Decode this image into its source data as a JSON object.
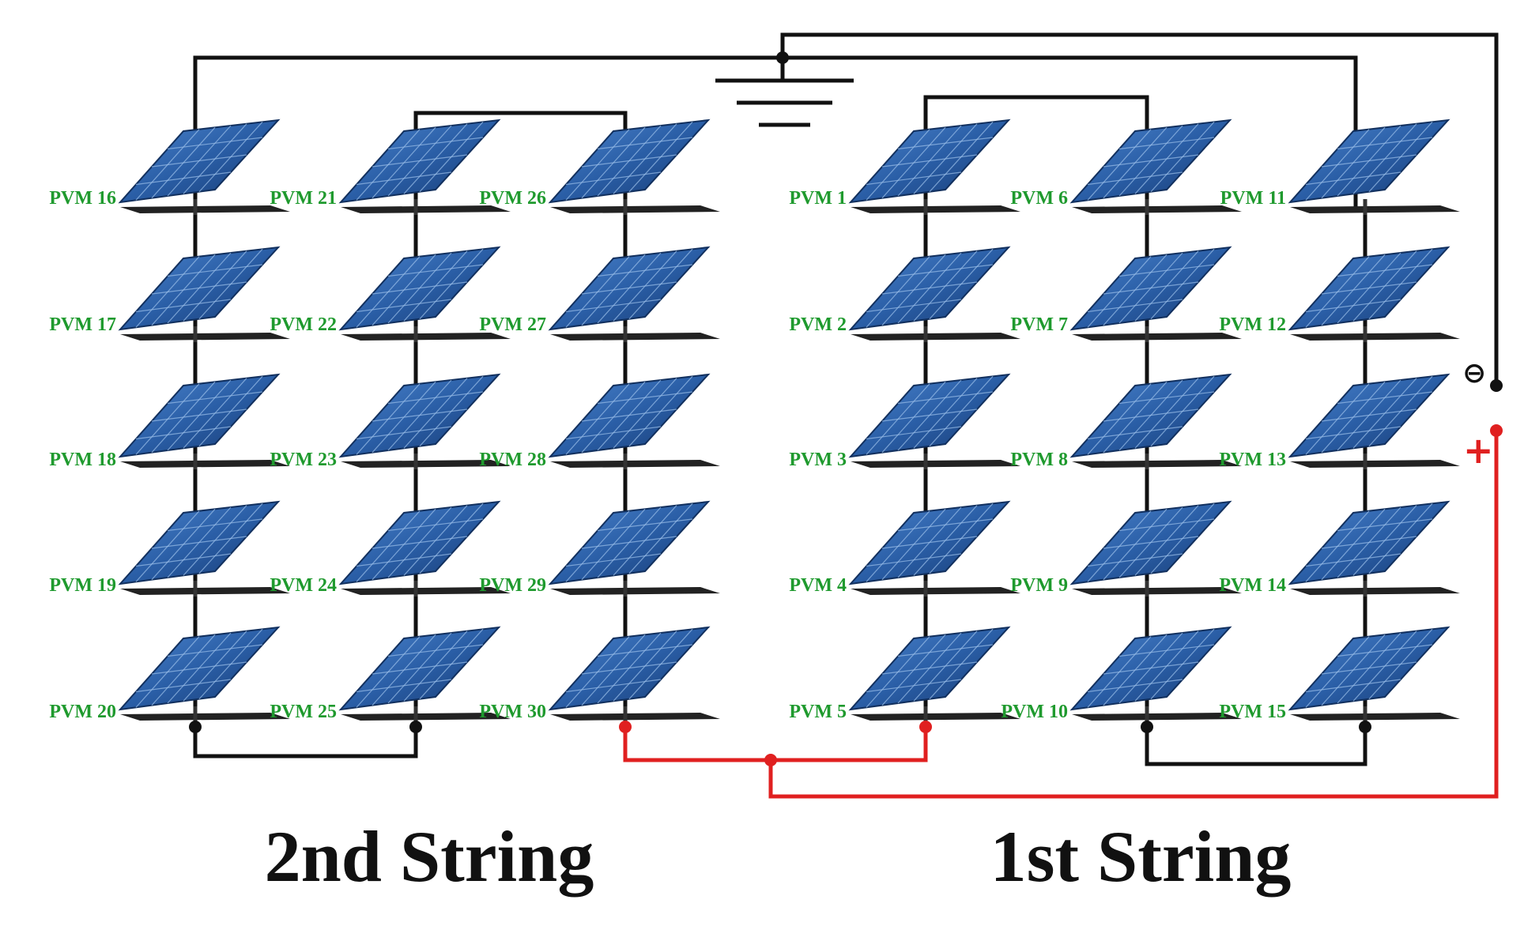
{
  "strings": [
    {
      "name": "2nd String",
      "columns": [
        [
          "PVM 16",
          "PVM 17",
          "PVM 18",
          "PVM 19",
          "PVM 20"
        ],
        [
          "PVM 21",
          "PVM 22",
          "PVM 23",
          "PVM 24",
          "PVM 25"
        ],
        [
          "PVM 26",
          "PVM 27",
          "PVM 28",
          "PVM 29",
          "PVM 30"
        ]
      ]
    },
    {
      "name": "1st String",
      "columns": [
        [
          "PVM 1",
          "PVM 2",
          "PVM 3",
          "PVM 4",
          "PVM 5"
        ],
        [
          "PVM 6",
          "PVM 7",
          "PVM 8",
          "PVM 9",
          "PVM 10"
        ],
        [
          "PVM 11",
          "PVM 12",
          "PVM 13",
          "PVM 14",
          "PVM 15"
        ]
      ]
    }
  ],
  "terminals": {
    "negative_symbol": "⊖",
    "positive_symbol": "+"
  },
  "colors": {
    "label_green": "#1f9a2e",
    "wire_black": "#111111",
    "wire_red": "#e02020",
    "panel_blue": "#2a5ea6"
  }
}
